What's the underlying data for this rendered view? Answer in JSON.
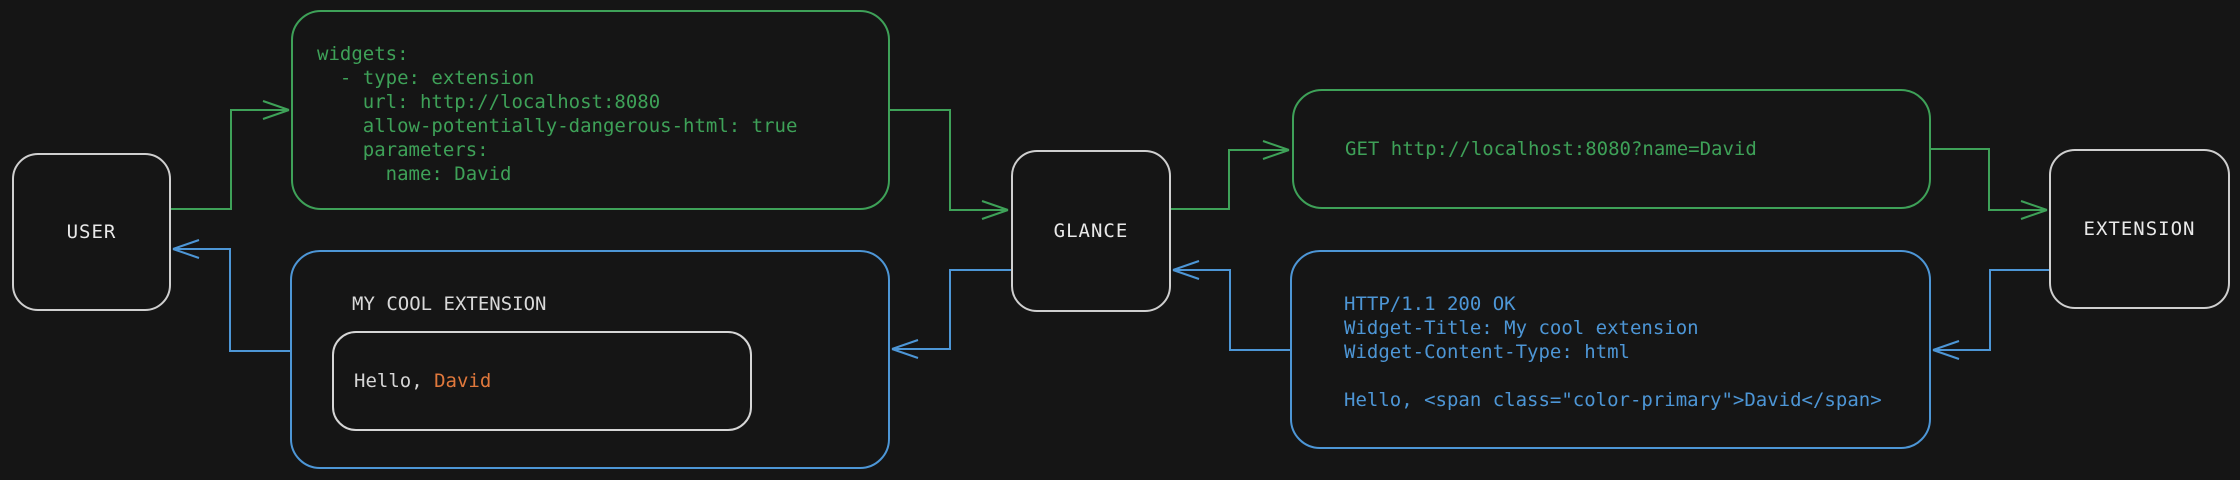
{
  "colors": {
    "background": "#151515",
    "flow_request_green": "#3ea158",
    "flow_response_blue": "#4d96d6",
    "accent_orange": "#e0783c",
    "node_border_gray": "#cfcfcf",
    "text_light": "#e9e9e9"
  },
  "nodes": {
    "user": {
      "label": "USER"
    },
    "glance": {
      "label": "GLANCE"
    },
    "extension": {
      "label": "EXTENSION"
    }
  },
  "config_box": {
    "code": "widgets:\n  - type: extension\n    url: http://localhost:8080\n    allow-potentially-dangerous-html: true\n    parameters:\n      name: David"
  },
  "request_box": {
    "code": "GET http://localhost:8080?name=David"
  },
  "response_box": {
    "code": "HTTP/1.1 200 OK\nWidget-Title: My cool extension\nWidget-Content-Type: html\n\nHello, <span class=\"color-primary\">David</span>"
  },
  "widget_preview": {
    "title": "MY COOL EXTENSION",
    "greeting_prefix": "Hello, ",
    "greeting_name": "David"
  }
}
